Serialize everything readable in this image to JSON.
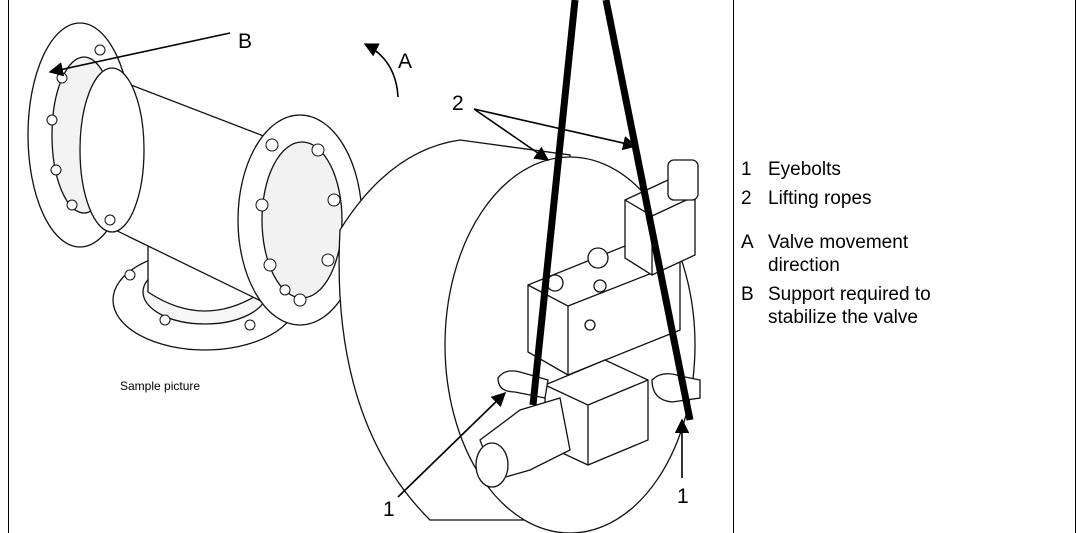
{
  "figure": {
    "caption": "Sample picture",
    "callouts": {
      "b": "B",
      "a": "A",
      "two": "2",
      "one_left": "1",
      "one_right": "1"
    }
  },
  "legend": [
    {
      "key": "1",
      "text": "Eyebolts"
    },
    {
      "key": "2",
      "text": "Lifting ropes"
    },
    {
      "key": "A",
      "text": "Valve movement direction"
    },
    {
      "key": "B",
      "text": "Support required to stabilize the valve"
    }
  ]
}
